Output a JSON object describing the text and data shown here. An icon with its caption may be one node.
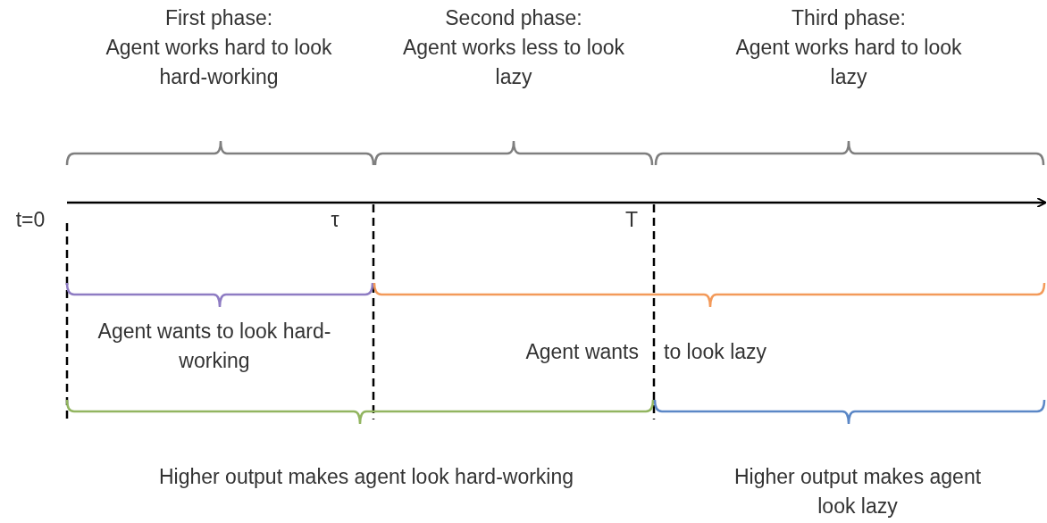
{
  "diagram": {
    "labels": [
      "First phase:",
      "Agent works hard to look hard-working",
      "Second phase:",
      "Agent works less to look lazy",
      "Third phase:",
      "Agent works hard to look lazy",
      "t=0",
      "τ",
      "T",
      "Agent wants to look hard-working",
      "Agent wants",
      "to look lazy",
      "Higher output makes agent look hard-working",
      "Higher output makes agent look lazy"
    ]
  }
}
